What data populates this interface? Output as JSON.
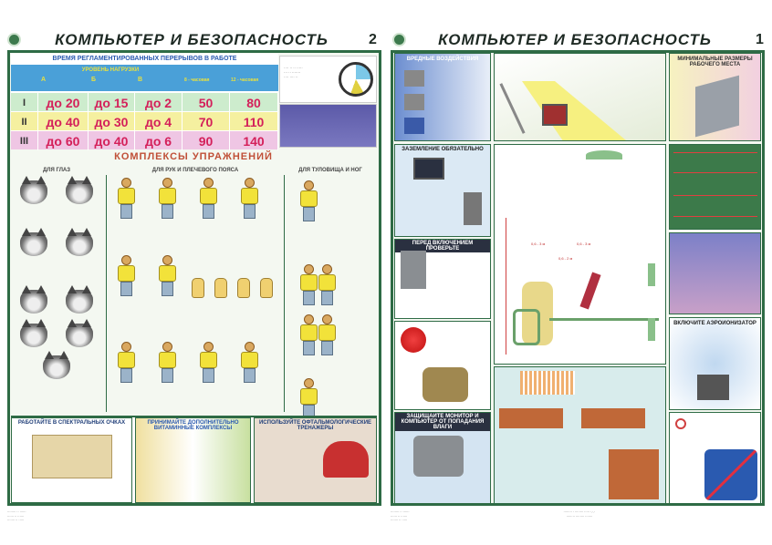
{
  "left_poster": {
    "title": "КОМПЬЮТЕР И БЕЗОПАСНОСТЬ",
    "number": "2",
    "breaks_table": {
      "title": "ВРЕМЯ РЕГЛАМЕНТИРОВАННЫХ ПЕРЕРЫВОВ В РАБОТЕ",
      "load_header": "УРОВЕНЬ НАГРУЗКИ",
      "load_columns": [
        "А",
        "Б",
        "В"
      ],
      "shift_columns": [
        "8 - часовая",
        "12 - часовая"
      ],
      "rows": [
        {
          "level": "I",
          "a": "до 20",
          "b": "до 15",
          "c": "до 2",
          "h8": "50",
          "h12": "80",
          "color": "#cdeccd"
        },
        {
          "level": "II",
          "a": "до 40",
          "b": "до 30",
          "c": "до 4",
          "h8": "70",
          "h12": "110",
          "color": "#f5f0a0"
        },
        {
          "level": "III",
          "a": "до 60",
          "b": "до 40",
          "c": "до 6",
          "h8": "90",
          "h12": "140",
          "color": "#efc6e4"
        }
      ]
    },
    "exercises": {
      "title": "КОМПЛЕКСЫ УПРАЖНЕНИЙ",
      "eyes": "ДЛЯ ГЛАЗ",
      "arms": "ДЛЯ РУК И ПЛЕЧЕВОГО ПОЯСА",
      "body": "ДЛЯ ТУЛОВИЩА И НОГ"
    },
    "tips": [
      "РАБОТАЙТЕ В СПЕКТРАЛЬНЫХ ОЧКАХ",
      "ПРИНИМАЙТЕ ДОПОЛНИТЕЛЬНО ВИТАМИННЫЕ КОМПЛЕКСЫ",
      "ИСПОЛЬЗУЙТЕ ОФТАЛЬМОЛОГИЧЕСКИЕ ТРЕНАЖЕРЫ"
    ]
  },
  "right_poster": {
    "title": "КОМПЬЮТЕР И БЕЗОПАСНОСТЬ",
    "number": "1",
    "sections": {
      "harmful": "ВРЕДНЫЕ ВОЗДЕЙСТВИЯ",
      "min_sizes": "МИНИМАЛЬНЫЕ РАЗМЕРЫ РАБОЧЕГО МЕСТА",
      "grounding": "ЗАЗЕМЛЕНИЕ ОБЯЗАТЕЛЬНО",
      "before_on": "ПЕРЕД ВКЛЮЧЕНИЕМ ПРОВЕРЬТЕ",
      "protect": "ЗАЩИЩАЙТЕ МОНИТОР И КОМПЬЮТЕР ОТ ПОПАДАНИЯ ВЛАГИ",
      "ionizer": "ВКЛЮЧИТЕ АЭРОИОНИЗАТОР"
    },
    "distances": [
      "0,6 - 3 м",
      "0,6 - 3 м",
      "0,6 - 2 м"
    ]
  },
  "colors": {
    "frame": "#2e6b45",
    "accent_red": "#d4205a",
    "table_blue": "#4aa0d8"
  }
}
